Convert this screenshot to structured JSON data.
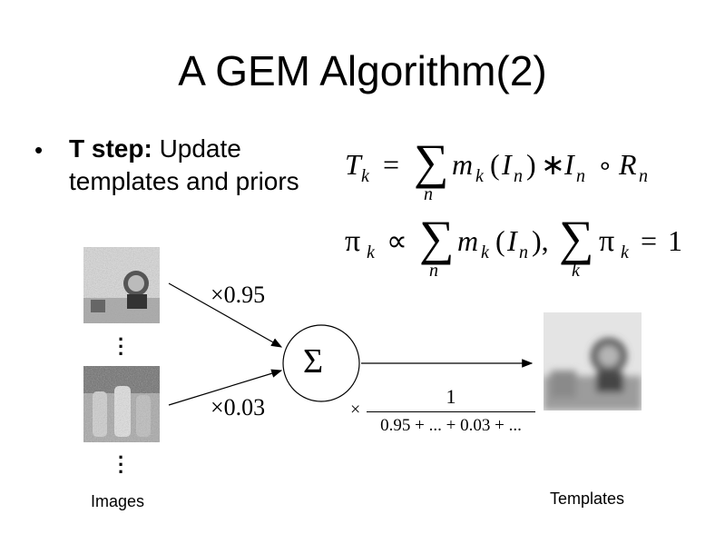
{
  "title": "A GEM Algorithm(2)",
  "bullet": {
    "label": "T step:",
    "text": "Update templates and priors"
  },
  "equations": {
    "template_update": "T_k = Σ_n m_k(I_n) * I_n ∘ R_n",
    "prior_update": "π_k ∝ Σ_n m_k(I_n), Σ_k π_k = 1"
  },
  "diagram": {
    "weight_top": "×0.95",
    "weight_bottom": "×0.03",
    "sum_symbol": "Σ",
    "normalizer_multiplier": "×",
    "normalizer_numerator": "1",
    "normalizer_denominator": "0.95 + ... + 0.03 + ...",
    "images_label": "Images",
    "templates_label": "Templates"
  }
}
